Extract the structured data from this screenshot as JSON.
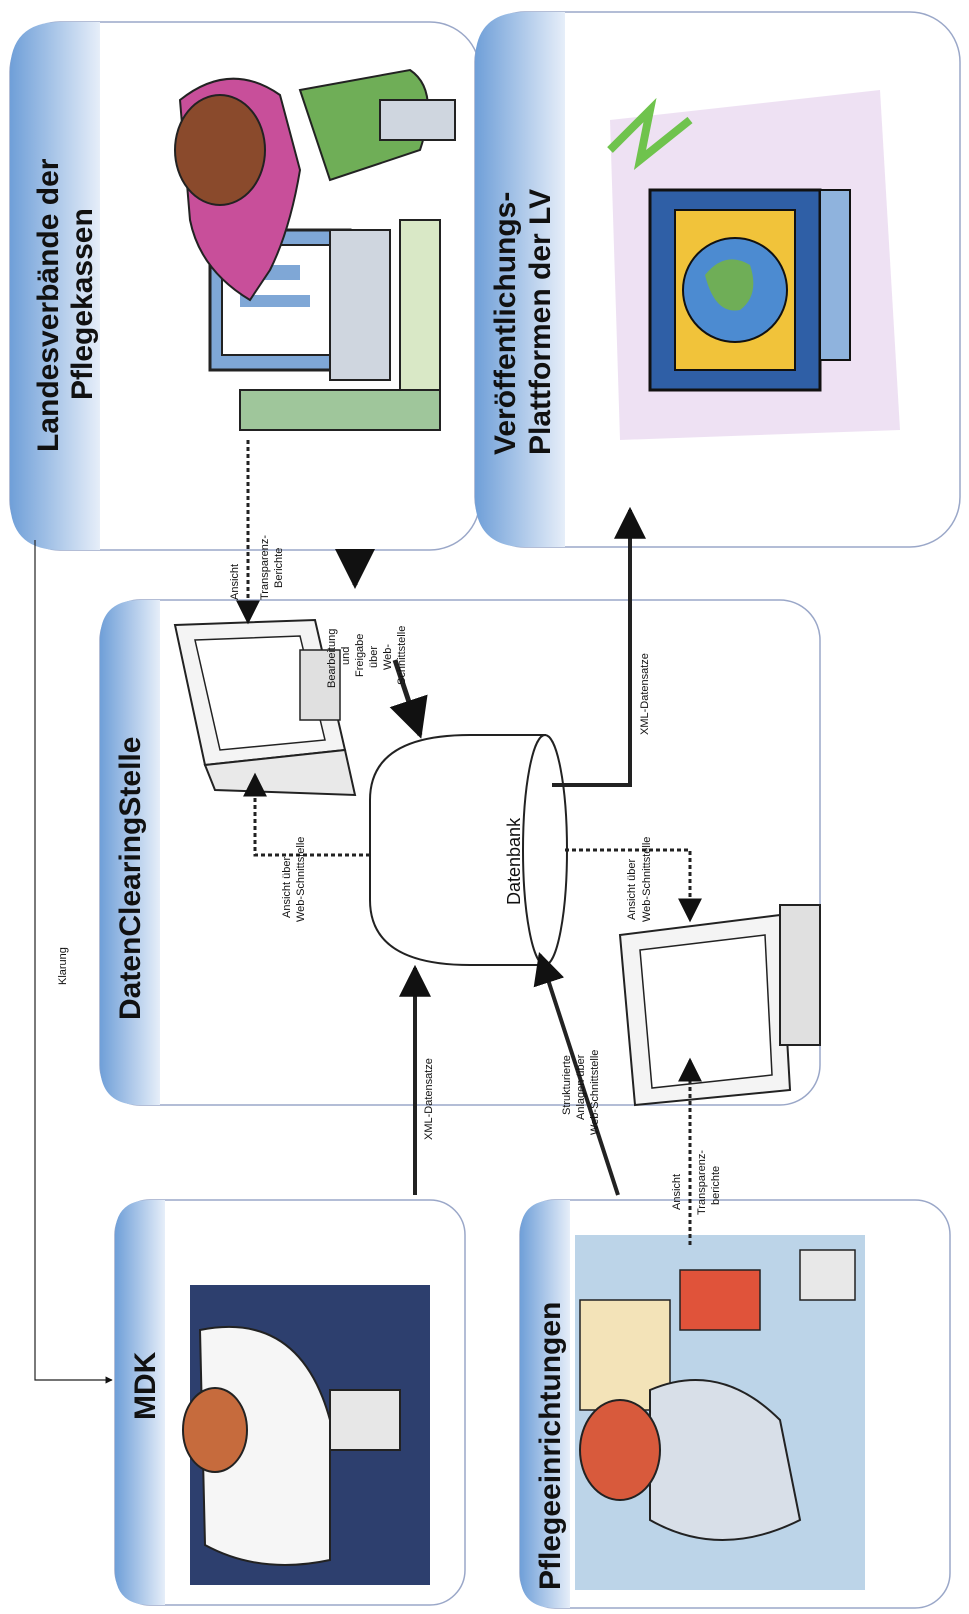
{
  "nodes": {
    "mdk": {
      "title": "MDK"
    },
    "landesverbaende": {
      "title_line1": "Landesverbände der",
      "title_line2": "Pflegekassen"
    },
    "dcs": {
      "title": "DatenClearingStelle"
    },
    "pflege": {
      "title": "Pflegeeinrichtungen"
    },
    "platform": {
      "title_line1": "Veröffentlichungs-",
      "title_line2": "Plattformen der LV"
    },
    "database": {
      "label": "Datenbank"
    }
  },
  "edges": {
    "klarung": "Klarung",
    "ansicht_top": {
      "l1": "Ansicht",
      "l2": "Transparenz-",
      "l3": "Berichte"
    },
    "bearbeitung": {
      "l1": "Bearbeitung",
      "l2": "und",
      "l3": "Freigabe",
      "l4": "über",
      "l5": "Web-",
      "l6": "Schnittstelle"
    },
    "ansicht_web_top": {
      "l1": "Ansicht über",
      "l2": "Web-Schnittstelle"
    },
    "xml_mdk": "XML-Datensatze",
    "xml_platform": "XML-Datensatze",
    "strukturierte": {
      "l1": "Strukturierte",
      "l2": "Anlagen über",
      "l3": "Web-Schnittstelle"
    },
    "ansicht_web_bottom": {
      "l1": "Ansicht über",
      "l2": "Web-Schnittstelle"
    },
    "ansicht_bottom": {
      "l1": "Ansicht",
      "l2": "Transparenz-",
      "l3": "berichte"
    }
  },
  "colors": {
    "header_blue": "#6f9fd8",
    "header_light": "#dce9f7",
    "box_border": "#9aa7c8"
  }
}
